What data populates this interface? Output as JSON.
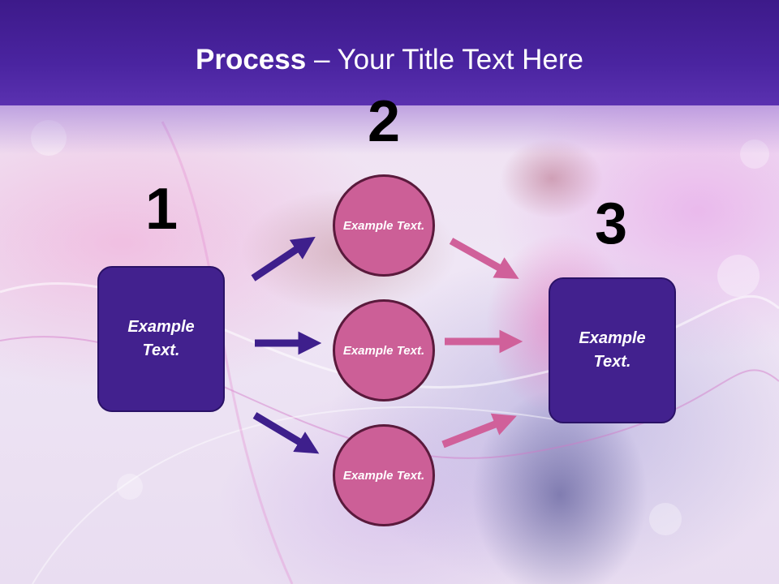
{
  "slide": {
    "title_bold": "Process",
    "title_rest": " – Your Title Text Here"
  },
  "steps": {
    "one": "1",
    "two": "2",
    "three": "3"
  },
  "nodes": {
    "left_box": "Example Text.",
    "circle_top": "Example Text.",
    "circle_middle": "Example Text.",
    "circle_bottom": "Example Text.",
    "right_box": "Example Text."
  },
  "colors": {
    "title_band": "#4a24a0",
    "box_fill": "#42218e",
    "circle_fill": "#cc5f97",
    "circle_border": "#5a1a3c",
    "arrow_left": "#3e1f8c",
    "arrow_right": "#d0609a"
  }
}
